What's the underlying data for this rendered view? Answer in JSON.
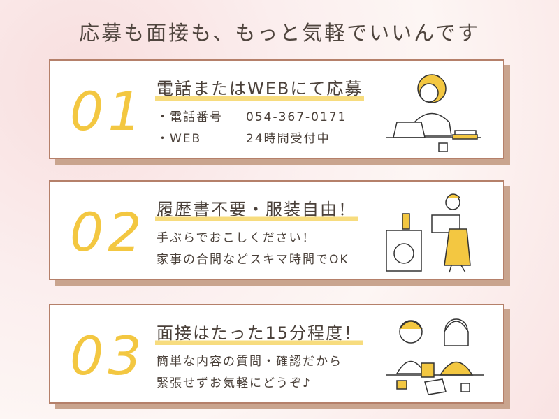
{
  "headline": "応募も面接も、もっと気軽でいいんです",
  "steps": [
    {
      "number": "01",
      "title": "電話またはWEBにて応募",
      "rows": [
        {
          "label": "・電話番号",
          "value": "054-367-0171"
        },
        {
          "label": "・WEB",
          "value": "24時間受付中"
        }
      ]
    },
    {
      "number": "02",
      "title": "履歴書不要・服装自由！",
      "lines": [
        "手ぶらでおこしください！",
        "家事の合間などスキマ時間でOK"
      ]
    },
    {
      "number": "03",
      "title": "面接はたった15分程度！",
      "lines": [
        "簡単な内容の質問・確認だから",
        "緊張せずお気軽にどうぞ♪"
      ]
    }
  ],
  "colors": {
    "accent": "#f3c741",
    "border": "#b5806a",
    "text": "#4a4039"
  }
}
